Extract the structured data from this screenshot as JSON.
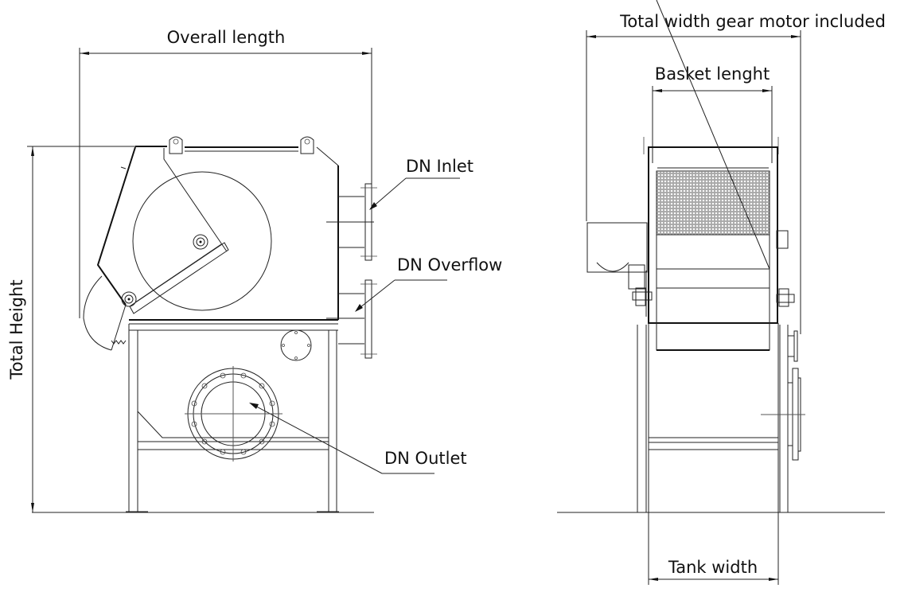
{
  "title": "Drum screen dimensional drawing",
  "views": {
    "side": {
      "dimensions": {
        "overall_length": "Overall length",
        "total_height": "Total Height"
      },
      "callouts": {
        "inlet": "DN Inlet",
        "overflow": "DN Overflow",
        "outlet": "DN Outlet"
      }
    },
    "front": {
      "dimensions": {
        "total_width": "Total width gear motor included",
        "basket_length": "Basket lenght",
        "tank_width": "Tank width"
      }
    }
  },
  "colors": {
    "line": "#222222",
    "background": "#ffffff"
  }
}
